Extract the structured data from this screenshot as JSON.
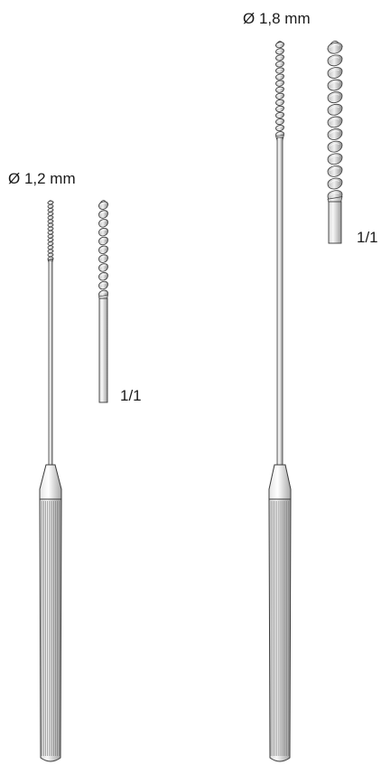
{
  "instruments": [
    {
      "diameter_label": "Ø 1,2 mm",
      "scale_label": "1/1"
    },
    {
      "diameter_label": "Ø 1,8 mm",
      "scale_label": "1/1"
    }
  ],
  "colors": {
    "outline": "#3a3a3a",
    "metal_light": "#f2f2f2",
    "metal_mid": "#c8c8c8",
    "metal_dark": "#8a8a8a",
    "flute_light": "#e6e6e6",
    "flute_dark": "#9a9a9a"
  }
}
